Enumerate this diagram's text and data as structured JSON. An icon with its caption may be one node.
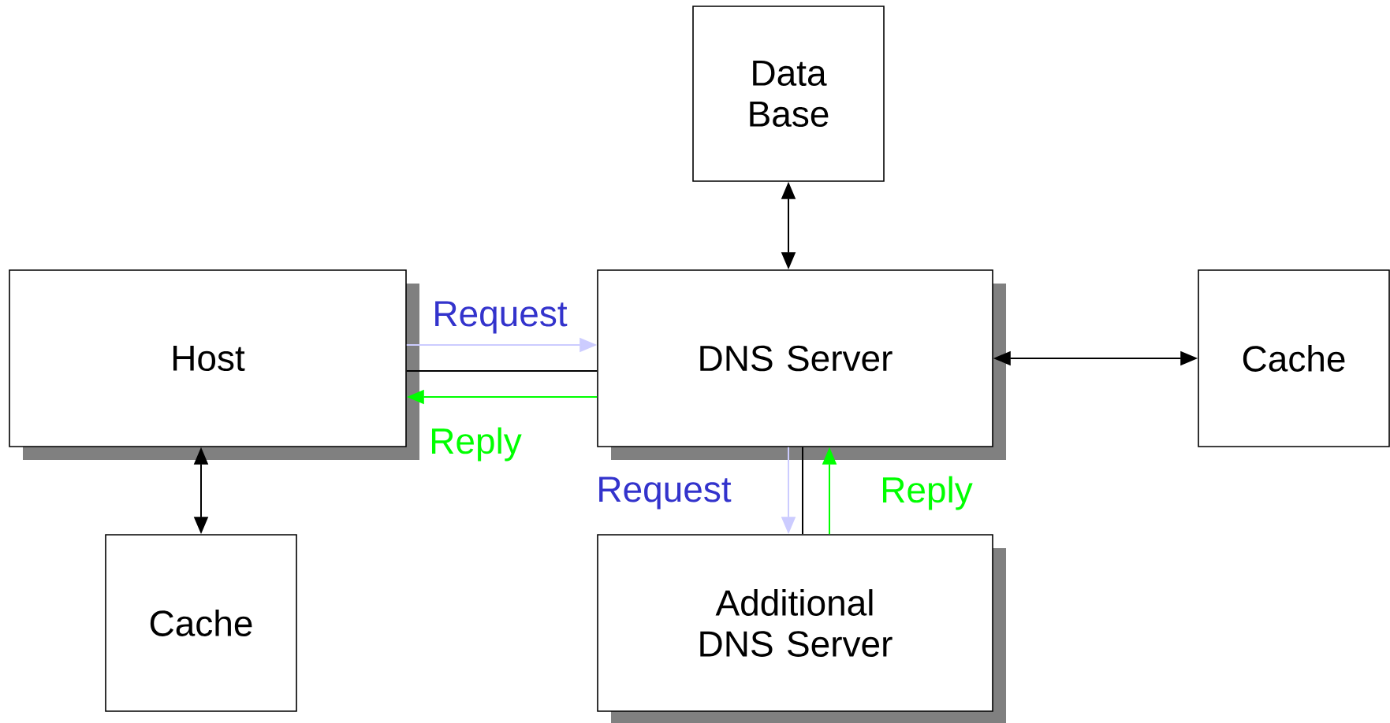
{
  "diagram": {
    "nodes": [
      {
        "text": [
          "Data Base"
        ]
      },
      {
        "text": [
          "Host"
        ]
      },
      {
        "text": [
          "DNS Server"
        ]
      },
      {
        "text": [
          "Cache"
        ]
      },
      {
        "text": [
          "Cache"
        ]
      },
      {
        "text": [
          "Additional DNS Server"
        ]
      }
    ],
    "edges": [
      {
        "from": 0,
        "to": 2,
        "arrow": "both"
      },
      {
        "from": 1,
        "to": 2,
        "arrow": "to",
        "label": "Request",
        "color": "#ccccff"
      },
      {
        "from": 1,
        "to": 2,
        "arrow": "none"
      },
      {
        "from": 2,
        "to": 1,
        "arrow": "to",
        "label": "Reply",
        "color": "#00ff00"
      },
      {
        "from": 2,
        "to": 3,
        "arrow": "both"
      },
      {
        "from": 1,
        "to": 4,
        "arrow": "both"
      },
      {
        "from": 2,
        "to": 5,
        "arrow": "to",
        "label": "Request",
        "color": "#ccccff"
      },
      {
        "from": 2,
        "to": 5,
        "arrow": "none"
      },
      {
        "from": 5,
        "to": 2,
        "arrow": "to",
        "label": "Reply",
        "color": "#00ff00"
      }
    ]
  }
}
